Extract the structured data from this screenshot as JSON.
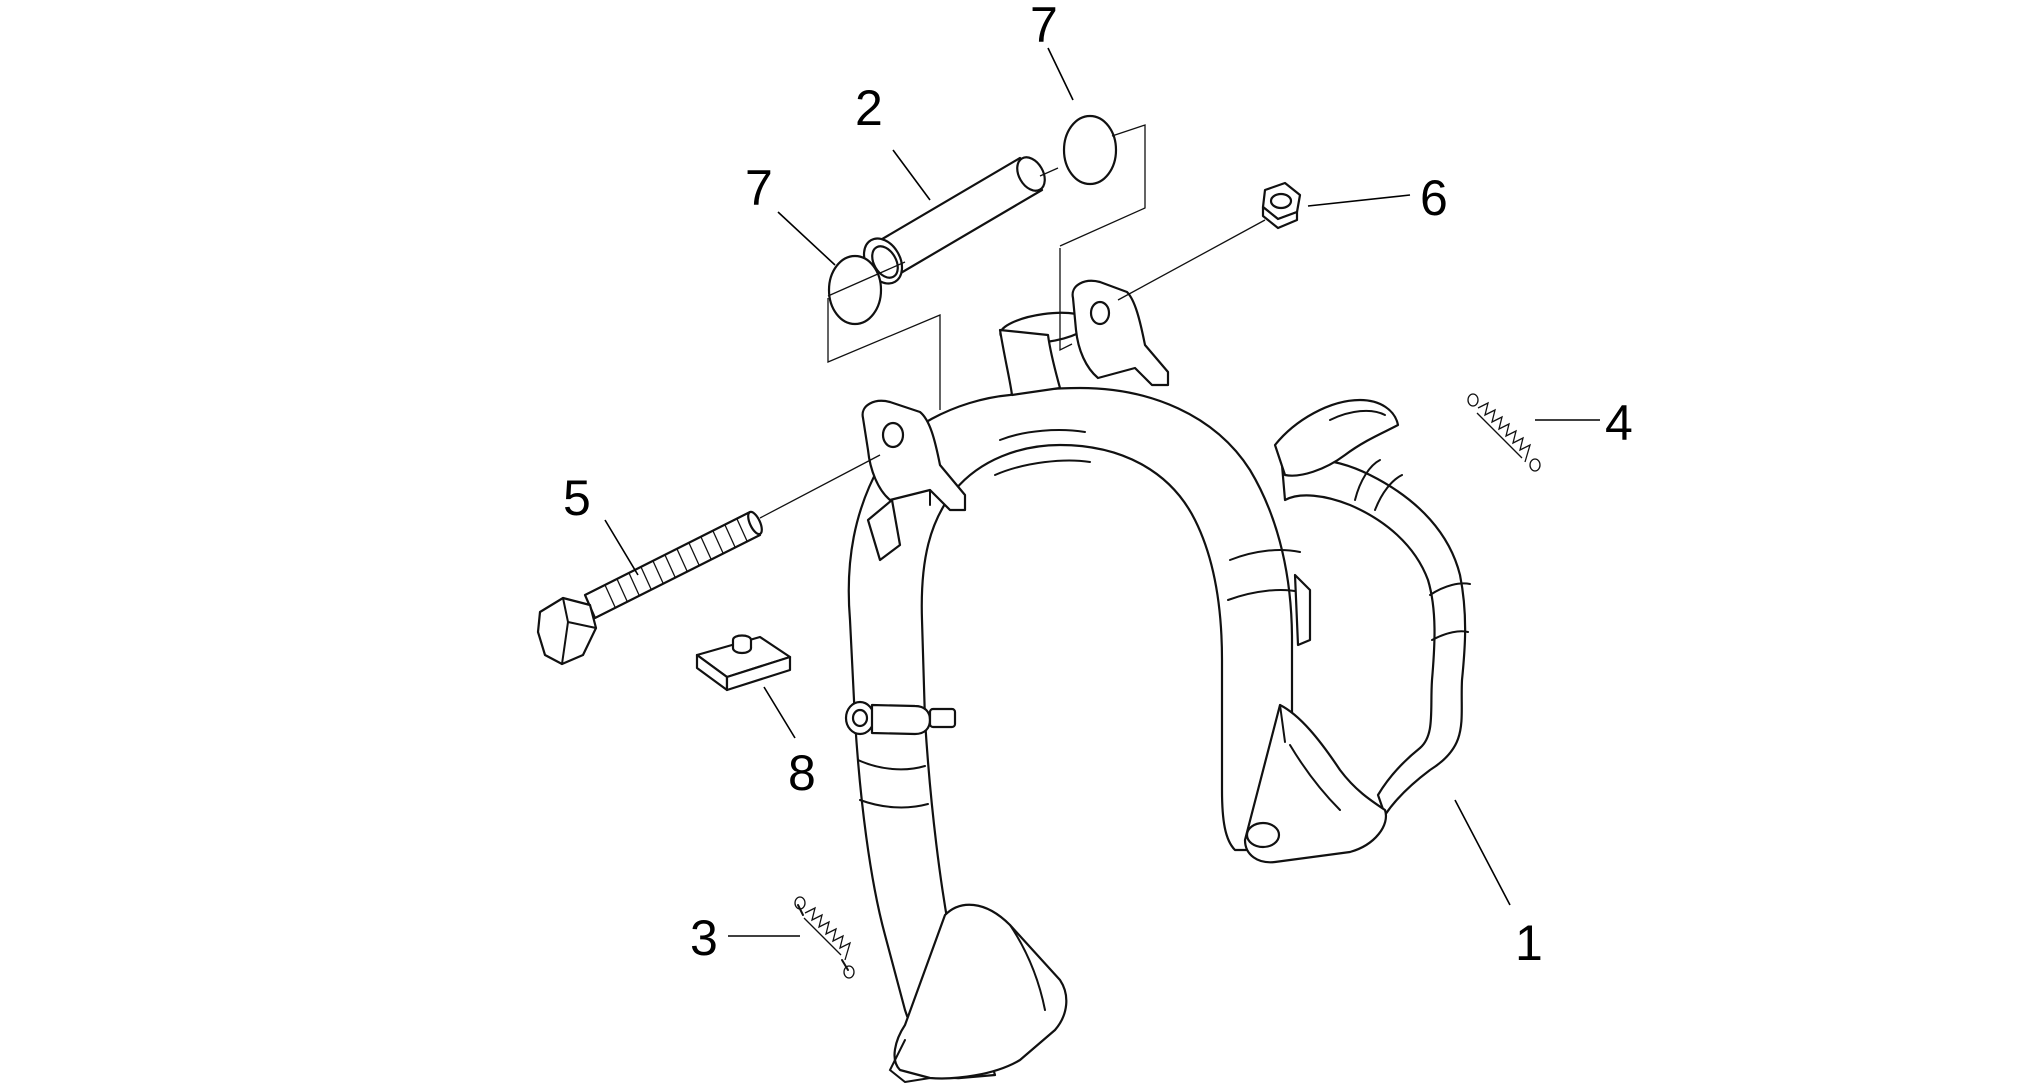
{
  "diagram": {
    "line_color": "#000000",
    "background_color": "#ffffff",
    "callouts": [
      {
        "id": "c1",
        "label": "1"
      },
      {
        "id": "c2",
        "label": "2"
      },
      {
        "id": "c3",
        "label": "3"
      },
      {
        "id": "c4",
        "label": "4"
      },
      {
        "id": "c5",
        "label": "5"
      },
      {
        "id": "c6",
        "label": "6"
      },
      {
        "id": "c7a",
        "label": "7"
      },
      {
        "id": "c7b",
        "label": "7"
      },
      {
        "id": "c8",
        "label": "8"
      }
    ]
  }
}
